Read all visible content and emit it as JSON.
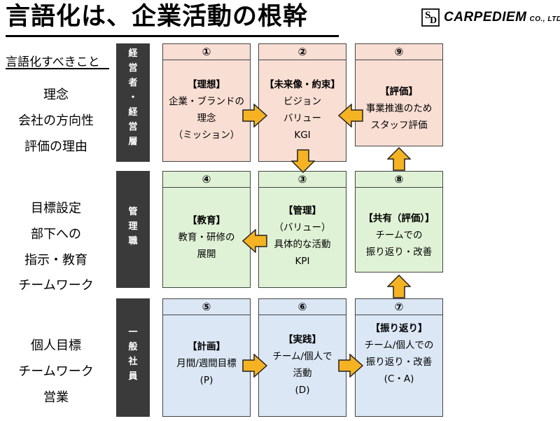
{
  "title": "言語化は、企業活動の根幹",
  "logo": {
    "name": "CARPEDIEM",
    "suffix": "CO., LTD"
  },
  "left_panel": {
    "heading": "言語化すべきこと",
    "groups": [
      {
        "lines": [
          "理念",
          "会社の方向性",
          "評価の理由"
        ]
      },
      {
        "lines": [
          "目標設定",
          "部下への",
          "指示・教育",
          "チームワーク"
        ]
      },
      {
        "lines": [
          "個人目標",
          "チームワーク",
          "営業"
        ]
      }
    ]
  },
  "bands": [
    {
      "label": [
        "経",
        "営",
        "者",
        "・",
        "経",
        "営",
        "層"
      ]
    },
    {
      "label": [
        "管",
        "理",
        "職"
      ]
    },
    {
      "label": [
        "一",
        "般",
        "社",
        "員"
      ]
    }
  ],
  "boxes": [
    {
      "num": "①",
      "lines": [
        "【理想】",
        "企業・ブランドの",
        "理念",
        "（ミッション）"
      ]
    },
    {
      "num": "②",
      "lines": [
        "【未来像・約束】",
        "ビジョン",
        "バリュー",
        "KGI"
      ]
    },
    {
      "num": "⑨",
      "lines": [
        "【評価】",
        "事業推進のため",
        "スタッフ評価"
      ]
    },
    {
      "num": "④",
      "lines": [
        "【教育】",
        "教育・研修の",
        "展開"
      ]
    },
    {
      "num": "③",
      "lines": [
        "【管理】",
        "（バリュー）",
        "具体的な活動",
        "KPI"
      ]
    },
    {
      "num": "⑧",
      "lines": [
        "【共有（評価）】",
        "チームでの",
        "振り返り・改善"
      ]
    },
    {
      "num": "⑤",
      "lines": [
        "【計画】",
        "月間/週間目標",
        "(P)"
      ]
    },
    {
      "num": "⑥",
      "lines": [
        "【実践】",
        "チーム/個人で",
        "活動",
        "(D)"
      ]
    },
    {
      "num": "⑦",
      "lines": [
        "【振り返り】",
        "チーム/個人での",
        "振り返り・改善",
        "(C・A)"
      ]
    }
  ],
  "colors": {
    "pink": "#f9ded3",
    "green": "#e0f2d5",
    "blue": "#dbe7f5",
    "arrow": "#f5b324",
    "band": "#3a3a3a"
  }
}
